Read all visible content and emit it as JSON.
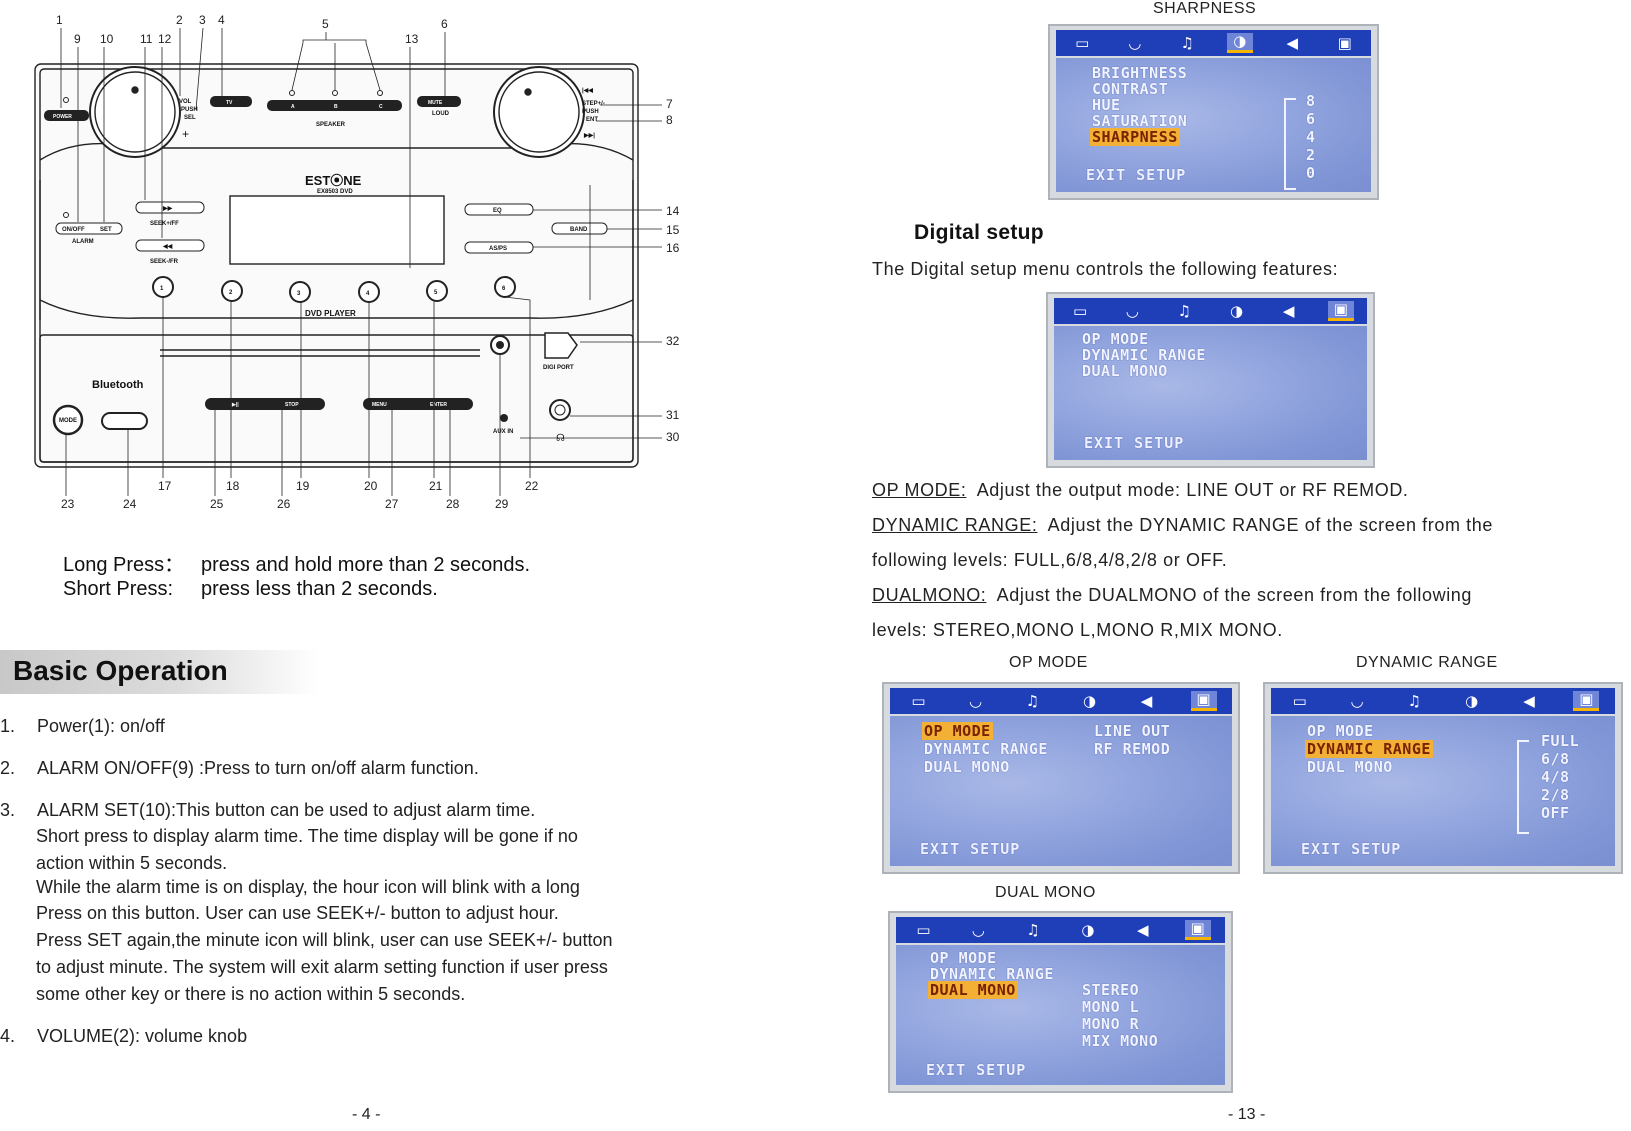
{
  "diagram": {
    "callouts_top": [
      "1",
      "9",
      "10",
      "11",
      "12",
      "2",
      "3",
      "4",
      "5",
      "13",
      "6"
    ],
    "callouts_right": [
      "7",
      "8",
      "14",
      "15",
      "16",
      "32",
      "31",
      "30"
    ],
    "callouts_bottom_upper": [
      "17",
      "18",
      "19",
      "20",
      "21",
      "22"
    ],
    "callouts_bottom_lower": [
      "23",
      "24",
      "25",
      "26",
      "27",
      "28",
      "29"
    ],
    "brand": "EST⦿NE",
    "model": "EX8503 DVD",
    "labels": {
      "power": "POWER",
      "vol": "VOL",
      "push": "PUSH",
      "sel": "SEL",
      "plus": "+",
      "tv": "TV",
      "speaker": "SPEAKER",
      "speaker_a": "A",
      "speaker_b": "B",
      "speaker_c": "C",
      "mute": "MUTE",
      "loud": "LOUD",
      "step": "STEP+/-",
      "push2": "PUSH",
      "ent": "ENT",
      "onoff": "ON/OFF",
      "set": "SET",
      "alarm": "ALARM",
      "seek_ff": "SEEK+/FF",
      "seek_fr": "SEEK-/FR",
      "eq": "EQ",
      "band": "BAND",
      "asps": "AS/PS",
      "dvd_player": "DVD PLAYER",
      "digi_port": "DIGI PORT",
      "bluetooth": "Bluetooth",
      "mode": "MODE",
      "stop": "STOP",
      "menu": "MENU",
      "enter": "ENTER",
      "aux_in": "AUX IN",
      "presets": [
        "1",
        "2",
        "3",
        "4",
        "5",
        "6"
      ]
    }
  },
  "left_page": {
    "long_press_term": "Long Press：",
    "long_press_desc": "press and hold more than 2 seconds.",
    "short_press_term": "Short Press:",
    "short_press_desc": "press less than 2 seconds.",
    "section_title": "Basic Operation",
    "items": [
      {
        "num": "1.",
        "text": "Power(1): on/off"
      },
      {
        "num": "2.",
        "text": "ALARM ON/OFF(9) :Press to turn on/off alarm function."
      },
      {
        "num": "3.",
        "text": "ALARM SET(10):This button can be used to adjust alarm time."
      },
      {
        "num": "4.",
        "text": "VOLUME(2): volume knob"
      }
    ],
    "item3_lines": [
      "Short press to display alarm time. The time display will be gone if no",
      "action within 5 seconds.",
      "While the alarm time is on display, the hour icon will blink with a long",
      "Press on this button. User can use SEEK+/- button to adjust hour.",
      "Press SET again,the minute icon will blink, user can use SEEK+/- button",
      "to adjust minute. The system will exit alarm setting function if user press",
      "some other key or there is no action within 5 seconds."
    ],
    "page_number": "- 4 -"
  },
  "right_page": {
    "sharpness_caption": "SHARPNESS",
    "heading": "Digital setup",
    "intro": "The Digital setup menu controls the following features:",
    "op_mode_term": "OP MODE:",
    "op_mode_desc": "Adjust the output mode: LINE OUT or RF REMOD.",
    "dynamic_term": "DYNAMIC RANGE:",
    "dynamic_desc": "Adjust the DYNAMIC RANGE of the screen from the",
    "dynamic_desc2": "following levels: FULL,6/8,4/8,2/8 or OFF.",
    "dual_term": "DUALMONO:",
    "dual_desc": "Adjust the DUALMONO of the screen from the following",
    "dual_desc2": "levels: STEREO,MONO L,MONO R,MIX MONO.",
    "caption_op_mode": "OP MODE",
    "caption_dynamic": "DYNAMIC RANGE",
    "caption_dual": "DUAL MONO",
    "page_number": "- 13 -",
    "osd": {
      "tab_icons": [
        "monitor-icon",
        "speaker-icon",
        "music-note-icon",
        "contrast-icon",
        "volume-icon",
        "digital-icon"
      ],
      "tab_glyphs": [
        "▭",
        "◡",
        "♫",
        "◑",
        "◀",
        "▣"
      ],
      "exit": "EXIT SETUP",
      "sharpness_items": [
        "BRIGHTNESS",
        "CONTRAST",
        "HUE",
        "SATURATION",
        "SHARPNESS"
      ],
      "sharpness_levels": [
        "8",
        "6",
        "4",
        "2",
        "0"
      ],
      "digital_items": [
        "OP MODE",
        "DYNAMIC RANGE",
        "DUAL MONO"
      ],
      "op_mode_options": [
        "LINE OUT",
        "RF REMOD"
      ],
      "dynamic_options": [
        "FULL",
        "6/8",
        "4/8",
        "2/8",
        "OFF"
      ],
      "dual_options": [
        "STEREO",
        "MONO L",
        "MONO R",
        "MIX MONO"
      ]
    }
  }
}
